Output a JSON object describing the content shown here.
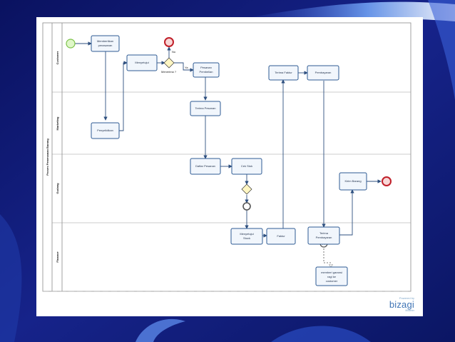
{
  "diagram": {
    "pool_title": "Proses Pemesanan Barang",
    "lanes": [
      {
        "label": "Customer"
      },
      {
        "label": "Marketing"
      },
      {
        "label": "Gudang"
      },
      {
        "label": "Finance"
      }
    ],
    "tasks": [
      {
        "label_lines": [
          "Membertikan",
          "penawaran"
        ]
      },
      {
        "label_lines": [
          "Menyetujui"
        ]
      },
      {
        "label_lines": [
          "Pesanan",
          "Pembelian"
        ]
      },
      {
        "label_lines": [
          "Terima Faktur"
        ]
      },
      {
        "label_lines": [
          "Pembayaran"
        ]
      },
      {
        "label_lines": [
          "Penyelidikan"
        ]
      },
      {
        "label_lines": [
          "Terima Pesanan"
        ]
      },
      {
        "label_lines": [
          "Daftar Pesanan"
        ]
      },
      {
        "label_lines": [
          "Cek Stok"
        ]
      },
      {
        "label_lines": [
          "Kirim Barang"
        ]
      },
      {
        "label_lines": [
          "Menyetujui",
          "Stock"
        ]
      },
      {
        "label_lines": [
          "Faktur"
        ]
      },
      {
        "label_lines": [
          "Terima",
          "Pembayaran"
        ]
      },
      {
        "label_lines": [
          "memberi garansi",
          "ragi ke",
          "customer"
        ]
      }
    ],
    "flow_labels": {
      "gateway_question": "Menerima ?",
      "no": "No",
      "yes": "Ya"
    }
  },
  "branding": {
    "powered": "Powered by",
    "name": "bizagi",
    "sub": "Modeler"
  }
}
